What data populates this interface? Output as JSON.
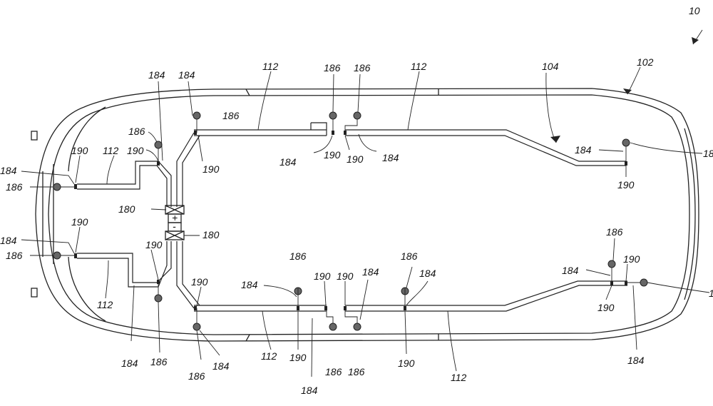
{
  "figure": {
    "ref_vehicle": "102",
    "ref_network": "104",
    "ref_partial_top_right": "10",
    "labels": {
      "bus": "112",
      "battery": "180",
      "junction": "184",
      "sensor": "186",
      "connector": "190",
      "cut_right": "18",
      "cut_right_lower": "1"
    },
    "battery_plus": "+",
    "battery_minus": "-"
  }
}
